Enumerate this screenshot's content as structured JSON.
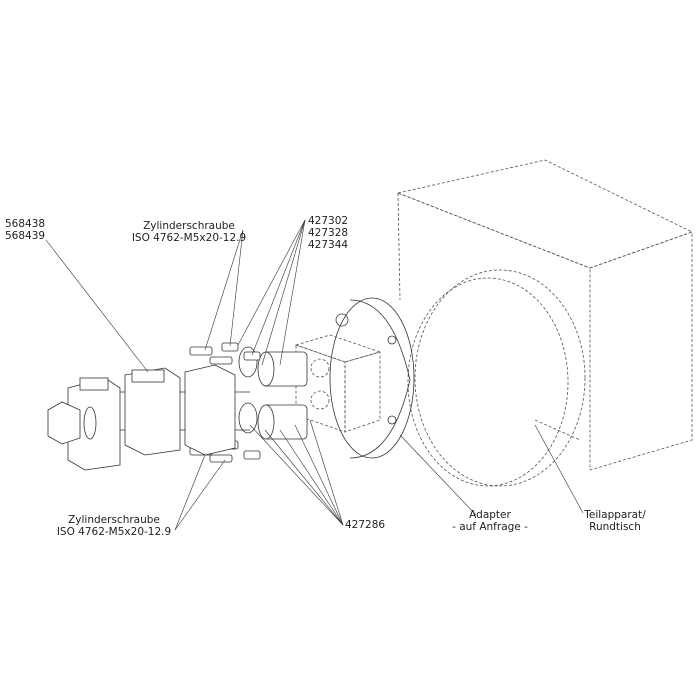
{
  "labels": {
    "part_568": [
      "568438",
      "568439"
    ],
    "screw_top": [
      "Zylinderschraube",
      "ISO 4762-M5x20-12.9"
    ],
    "part_427_group": [
      "427302",
      "427328",
      "427344"
    ],
    "screw_bottom": [
      "Zylinderschraube",
      "ISO 4762-M5x20-12.9"
    ],
    "part_427286": "427286",
    "adapter": [
      "Adapter",
      "- auf Anfrage -"
    ],
    "indexer": [
      "Teilapparat/",
      "Rundtisch"
    ]
  },
  "colors": {
    "line": "#333333",
    "background": "#ffffff"
  }
}
